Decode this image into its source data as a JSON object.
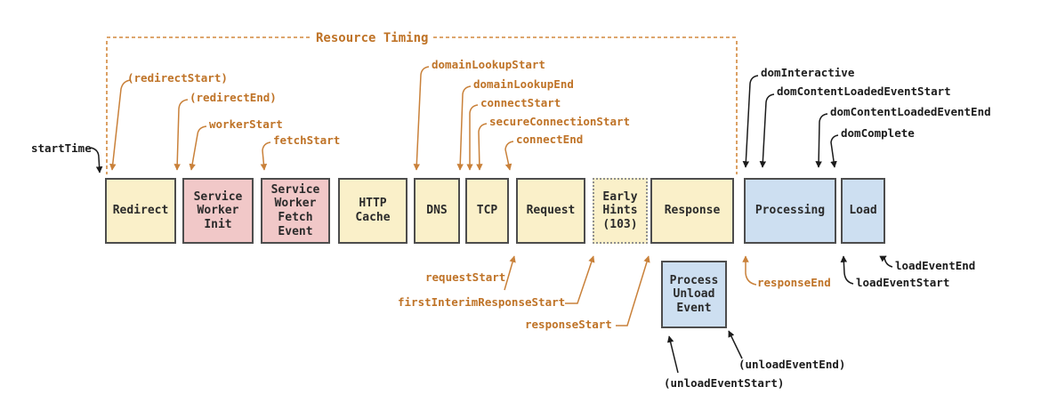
{
  "title": "Resource Timing",
  "colors": {
    "accent_orange": "#bf7327",
    "label_black": "#1b1b1b",
    "box_cream": "#faf0c9",
    "box_pink": "#f1c8c8",
    "box_blue": "#cddff1",
    "box_border": "#4d4d4d"
  },
  "boxes": {
    "redirect": {
      "label": "Redirect"
    },
    "sw_init": {
      "label": "Service\nWorker\nInit"
    },
    "sw_fetch": {
      "label": "Service\nWorker\nFetch\nEvent"
    },
    "http_cache": {
      "label": "HTTP\nCache"
    },
    "dns": {
      "label": "DNS"
    },
    "tcp": {
      "label": "TCP"
    },
    "request": {
      "label": "Request"
    },
    "early_hints": {
      "label": "Early\nHints\n(103)"
    },
    "response": {
      "label": "Response"
    },
    "processing": {
      "label": "Processing"
    },
    "load": {
      "label": "Load"
    },
    "process_unload": {
      "label": "Process\nUnload\nEvent"
    }
  },
  "events": {
    "startTime": {
      "label": "startTime"
    },
    "redirectStart": {
      "label": "(redirectStart)"
    },
    "redirectEnd": {
      "label": "(redirectEnd)"
    },
    "workerStart": {
      "label": "workerStart"
    },
    "fetchStart": {
      "label": "fetchStart"
    },
    "domainLookupStart": {
      "label": "domainLookupStart"
    },
    "domainLookupEnd": {
      "label": "domainLookupEnd"
    },
    "connectStart": {
      "label": "connectStart"
    },
    "secureConnectionStart": {
      "label": "secureConnectionStart"
    },
    "connectEnd": {
      "label": "connectEnd"
    },
    "requestStart": {
      "label": "requestStart"
    },
    "firstInterimResponseStart": {
      "label": "firstInterimResponseStart"
    },
    "responseStart": {
      "label": "responseStart"
    },
    "responseEnd": {
      "label": "responseEnd"
    },
    "domInteractive": {
      "label": "domInteractive"
    },
    "domContentLoadedEventStart": {
      "label": "domContentLoadedEventStart"
    },
    "domContentLoadedEventEnd": {
      "label": "domContentLoadedEventEnd"
    },
    "domComplete": {
      "label": "domComplete"
    },
    "loadEventStart": {
      "label": "loadEventStart"
    },
    "loadEventEnd": {
      "label": "loadEventEnd"
    },
    "unloadEventStart": {
      "label": "(unloadEventStart)"
    },
    "unloadEventEnd": {
      "label": "(unloadEventEnd)"
    }
  }
}
